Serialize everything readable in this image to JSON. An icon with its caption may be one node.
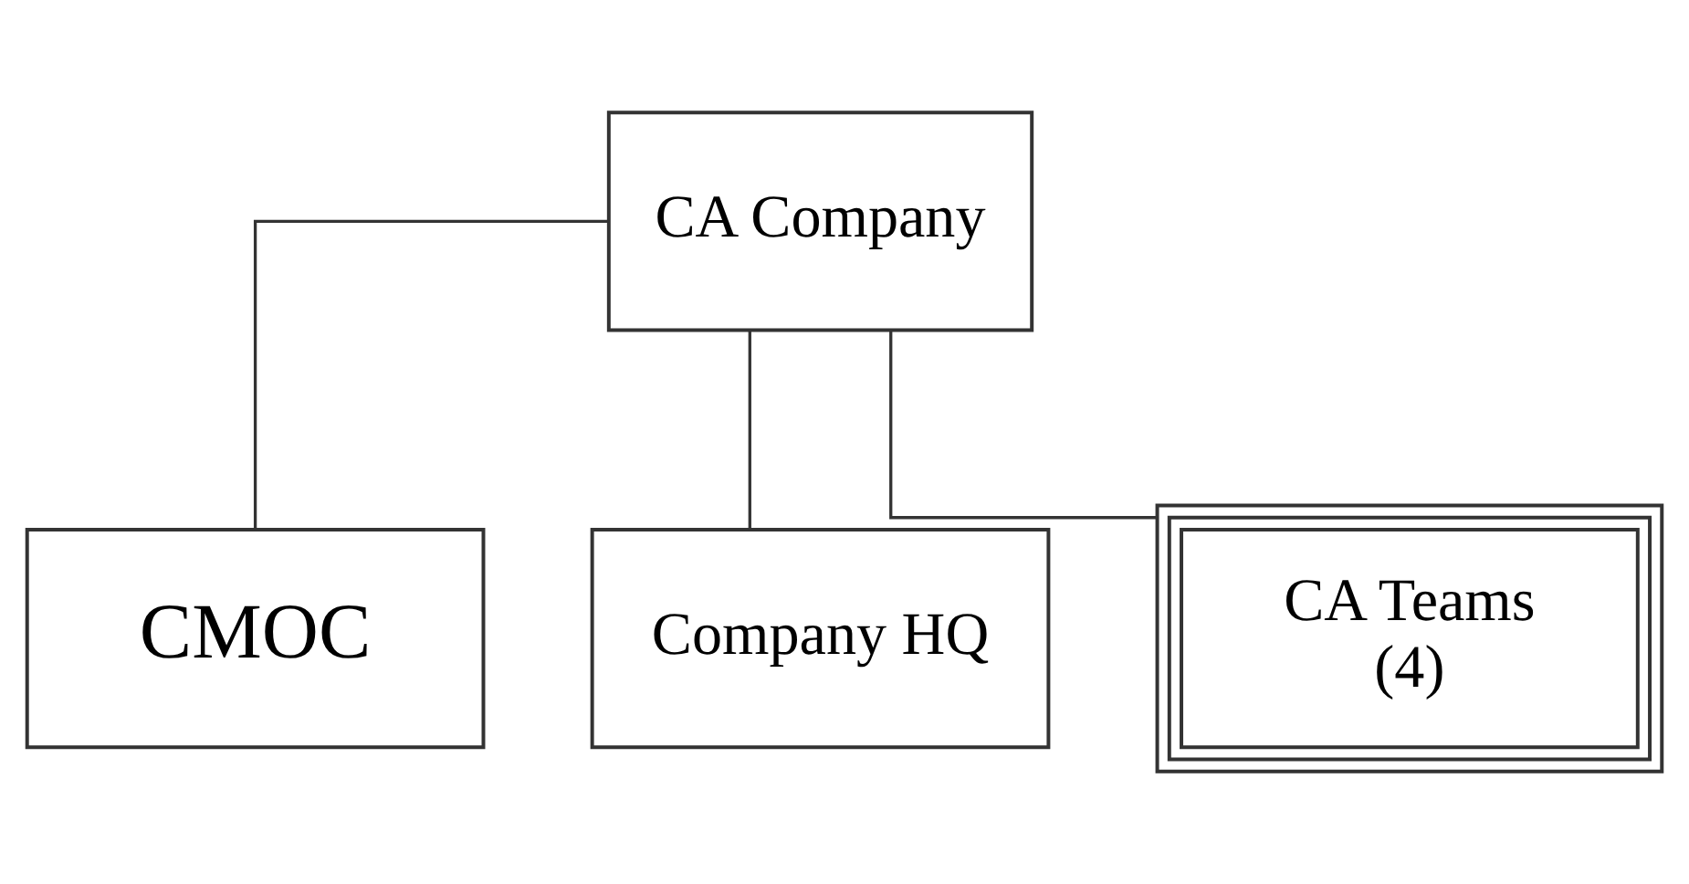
{
  "diagram": {
    "nodes": [
      {
        "text": [
          "CA Company"
        ]
      },
      {
        "text": [
          "CMOC"
        ]
      },
      {
        "text": [
          "Company HQ"
        ]
      },
      {
        "text": [
          "CA Teams (4)"
        ]
      }
    ],
    "edges": [
      {
        "from": 0,
        "to": 1,
        "arrow": "none"
      },
      {
        "from": 0,
        "to": 2,
        "arrow": "none"
      },
      {
        "from": 0,
        "to": 3,
        "arrow": "none"
      }
    ]
  }
}
